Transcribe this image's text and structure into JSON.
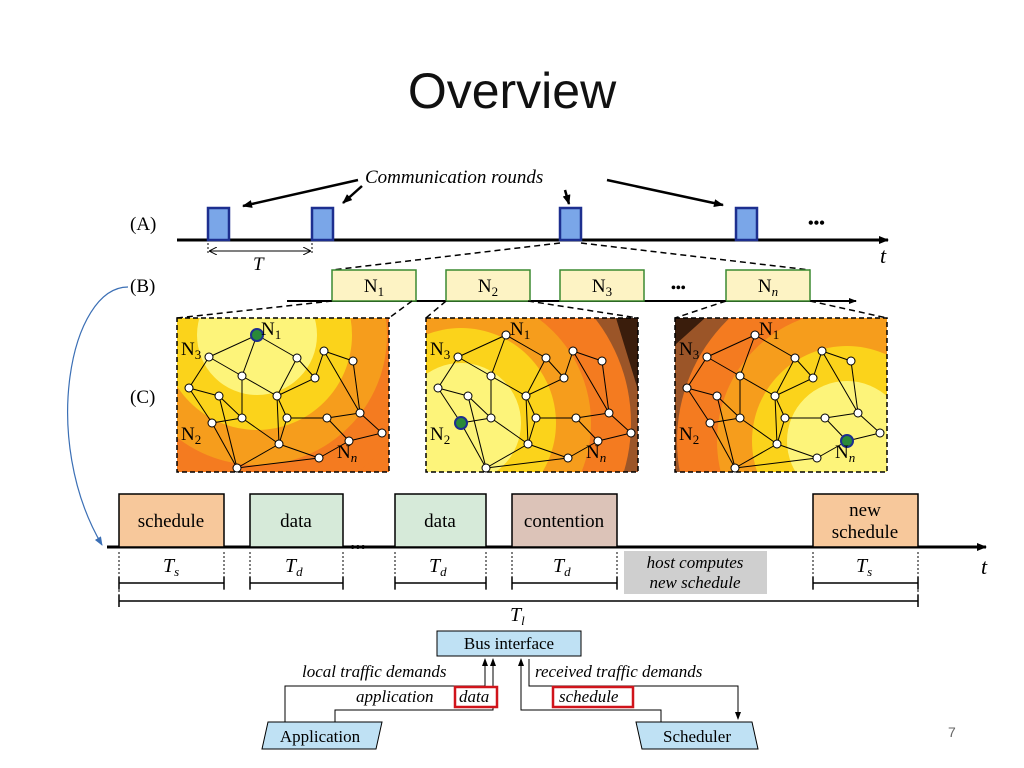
{
  "title": "Overview",
  "page_number": "7",
  "colors": {
    "round_fill": "#7aa6e8",
    "round_stroke": "#1d2f8f",
    "slot_fill": "#fdf3c4",
    "slot_stroke": "#3b8a30",
    "schedule_fill": "#f7c89b",
    "data_fill": "#d6ead9",
    "contention_fill": "#dcc3b8",
    "new_schedule_fill": "#f7c89b",
    "host_fill": "#cfcfcf",
    "bus_fill": "#bfe1f4",
    "highlight_red": "#d0141b",
    "heat": [
      "#fdf47a",
      "#fbd31b",
      "#f69d1c",
      "#f47b20",
      "#9b5528",
      "#3a1d0c"
    ],
    "node_fill": "#ffffff",
    "source_node": "#2a8a38"
  },
  "diagram": {
    "comm_rounds_label": "Communication rounds",
    "label_a": "(A)",
    "label_b": "(B)",
    "label_c": "(C)",
    "period_label": "T",
    "time_label": "t",
    "ellipsis": "•••",
    "slots": [
      {
        "n": "N",
        "sub": "1"
      },
      {
        "n": "N",
        "sub": "2"
      },
      {
        "n": "N",
        "sub": "3"
      },
      {
        "n": "N",
        "sub": "n"
      }
    ],
    "panel_node_labels": [
      {
        "top": "N",
        "top_sub": "1",
        "left": "N",
        "left_sub": "3",
        "bottom": "N",
        "bottom_sub": "2",
        "corner": "N",
        "corner_sub": "n"
      },
      {
        "top": "N",
        "top_sub": "1",
        "left": "N",
        "left_sub": "3",
        "bottom": "N",
        "bottom_sub": "2",
        "corner": "N",
        "corner_sub": "n"
      },
      {
        "top": "N",
        "top_sub": "1",
        "left": "N",
        "left_sub": "3",
        "bottom": "N",
        "bottom_sub": "2",
        "corner": "N",
        "corner_sub": "n"
      }
    ],
    "phases": [
      {
        "label": "schedule",
        "dur": "T",
        "dur_sub": "s"
      },
      {
        "label": "data",
        "dur": "T",
        "dur_sub": "d"
      },
      {
        "label": "data",
        "dur": "T",
        "dur_sub": "d"
      },
      {
        "label": "contention",
        "dur": "T",
        "dur_sub": "d"
      },
      {
        "label_line1": "new",
        "label_line2": "schedule",
        "dur": "T",
        "dur_sub": "s"
      }
    ],
    "host_line1": "host computes",
    "host_line2": "new schedule",
    "round_total": "T",
    "round_total_sub": "l",
    "bus_interface": "Bus interface",
    "local_traffic": "local traffic demands",
    "received_traffic": "received traffic demands",
    "application_data_prefix": "application",
    "application_data_word": "data",
    "schedule_word": "schedule",
    "application": "Application",
    "scheduler": "Scheduler"
  }
}
